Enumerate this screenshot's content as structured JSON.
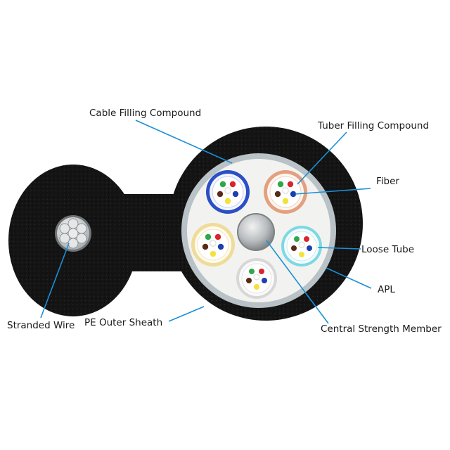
{
  "labels": {
    "cable_filling_compound": "Cable Filling Compound",
    "tuber_filling_compound": "Tuber Filling Compound",
    "fiber": "Fiber",
    "loose_tube": "Loose Tube",
    "apl": "APL",
    "central_strength_member": "Central Strength Member",
    "pe_outer_sheath": "PE Outer Sheath",
    "stranded_wire": "Stranded Wire"
  },
  "colors": {
    "leader_line": "#1b8fd6",
    "sheath": "#141414",
    "apl_ring": "#b9c2c6",
    "filling": "#f2f3f0"
  },
  "tubes": [
    {
      "name": "loose-tube-blue",
      "ring_color": "#2b4fc4"
    },
    {
      "name": "loose-tube-orange",
      "ring_color": "#e3a07f"
    },
    {
      "name": "loose-tube-cyan",
      "ring_color": "#7fd7e3"
    },
    {
      "name": "loose-tube-white",
      "ring_color": "#d7d7d7"
    },
    {
      "name": "loose-tube-yellow",
      "ring_color": "#efdc9a"
    }
  ],
  "fiber_colors": [
    "#2ea84a",
    "#d8262a",
    "#5a2a14",
    "#1f3fb0",
    "#f2e23a",
    "#ffffff"
  ]
}
